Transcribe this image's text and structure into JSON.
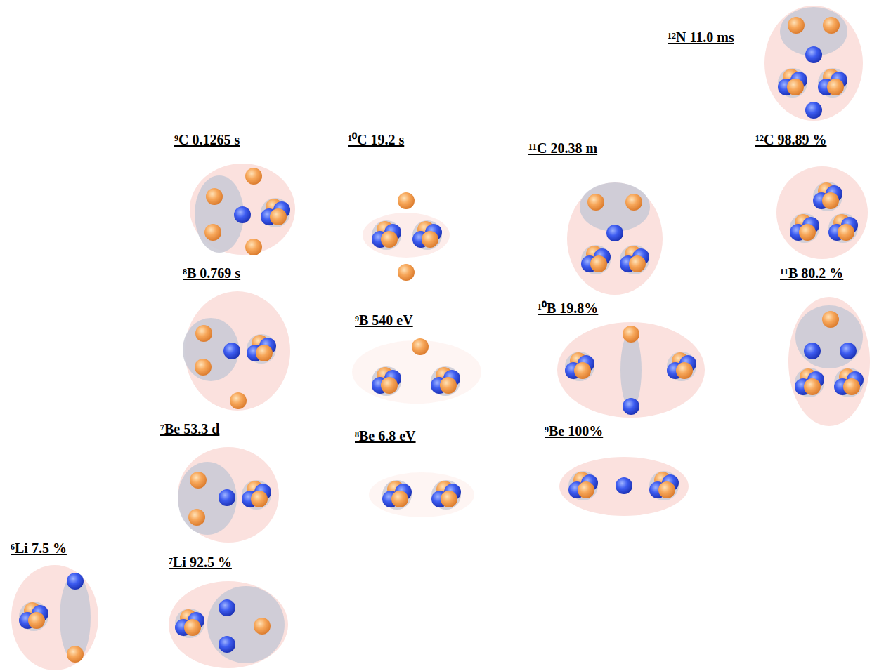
{
  "diagram": {
    "nodes": [
      {
        "text": [
          "¹²N 11.0 ms"
        ]
      },
      {
        "text": [
          "⁹C 0.1265 s"
        ]
      },
      {
        "text": [
          "¹⁰C 19.2 s"
        ]
      },
      {
        "text": [
          "¹¹C 20.38 m"
        ]
      },
      {
        "text": [
          "¹²C 98.89 %"
        ]
      },
      {
        "text": [
          "⁸B 0.769 s"
        ]
      },
      {
        "text": [
          "⁹B 540 eV"
        ]
      },
      {
        "text": [
          "¹⁰B 19.8%"
        ]
      },
      {
        "text": [
          "¹¹B 80.2 %"
        ]
      },
      {
        "text": [
          "⁷Be 53.3 d"
        ]
      },
      {
        "text": [
          "⁸Be 6.8 eV"
        ]
      },
      {
        "text": [
          "⁹Be 100%"
        ]
      },
      {
        "text": [
          "⁶Li 7.5 %"
        ]
      },
      {
        "text": [
          "⁷Li 92.5 %"
        ]
      }
    ]
  }
}
